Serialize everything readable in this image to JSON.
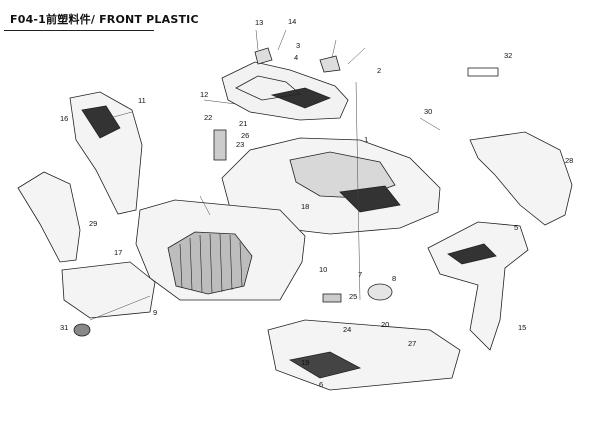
{
  "header": {
    "title": "F04-1前塑料件/ FRONT PLASTIC"
  },
  "callouts": [
    {
      "label": "1"
    },
    {
      "label": "2"
    },
    {
      "label": "3"
    },
    {
      "label": "4"
    },
    {
      "label": "5"
    },
    {
      "label": "6"
    },
    {
      "label": "7"
    },
    {
      "label": "8"
    },
    {
      "label": "9"
    },
    {
      "label": "10"
    },
    {
      "label": "11"
    },
    {
      "label": "12"
    },
    {
      "label": "13"
    },
    {
      "label": "14"
    },
    {
      "label": "15"
    },
    {
      "label": "16"
    },
    {
      "label": "17"
    },
    {
      "label": "18"
    },
    {
      "label": "19"
    },
    {
      "label": "20"
    },
    {
      "label": "21"
    },
    {
      "label": "22"
    },
    {
      "label": "23"
    },
    {
      "label": "24"
    },
    {
      "label": "25"
    },
    {
      "label": "26"
    },
    {
      "label": "27"
    },
    {
      "label": "28"
    },
    {
      "label": "29"
    },
    {
      "label": "30"
    },
    {
      "label": "31"
    },
    {
      "label": "32"
    }
  ]
}
